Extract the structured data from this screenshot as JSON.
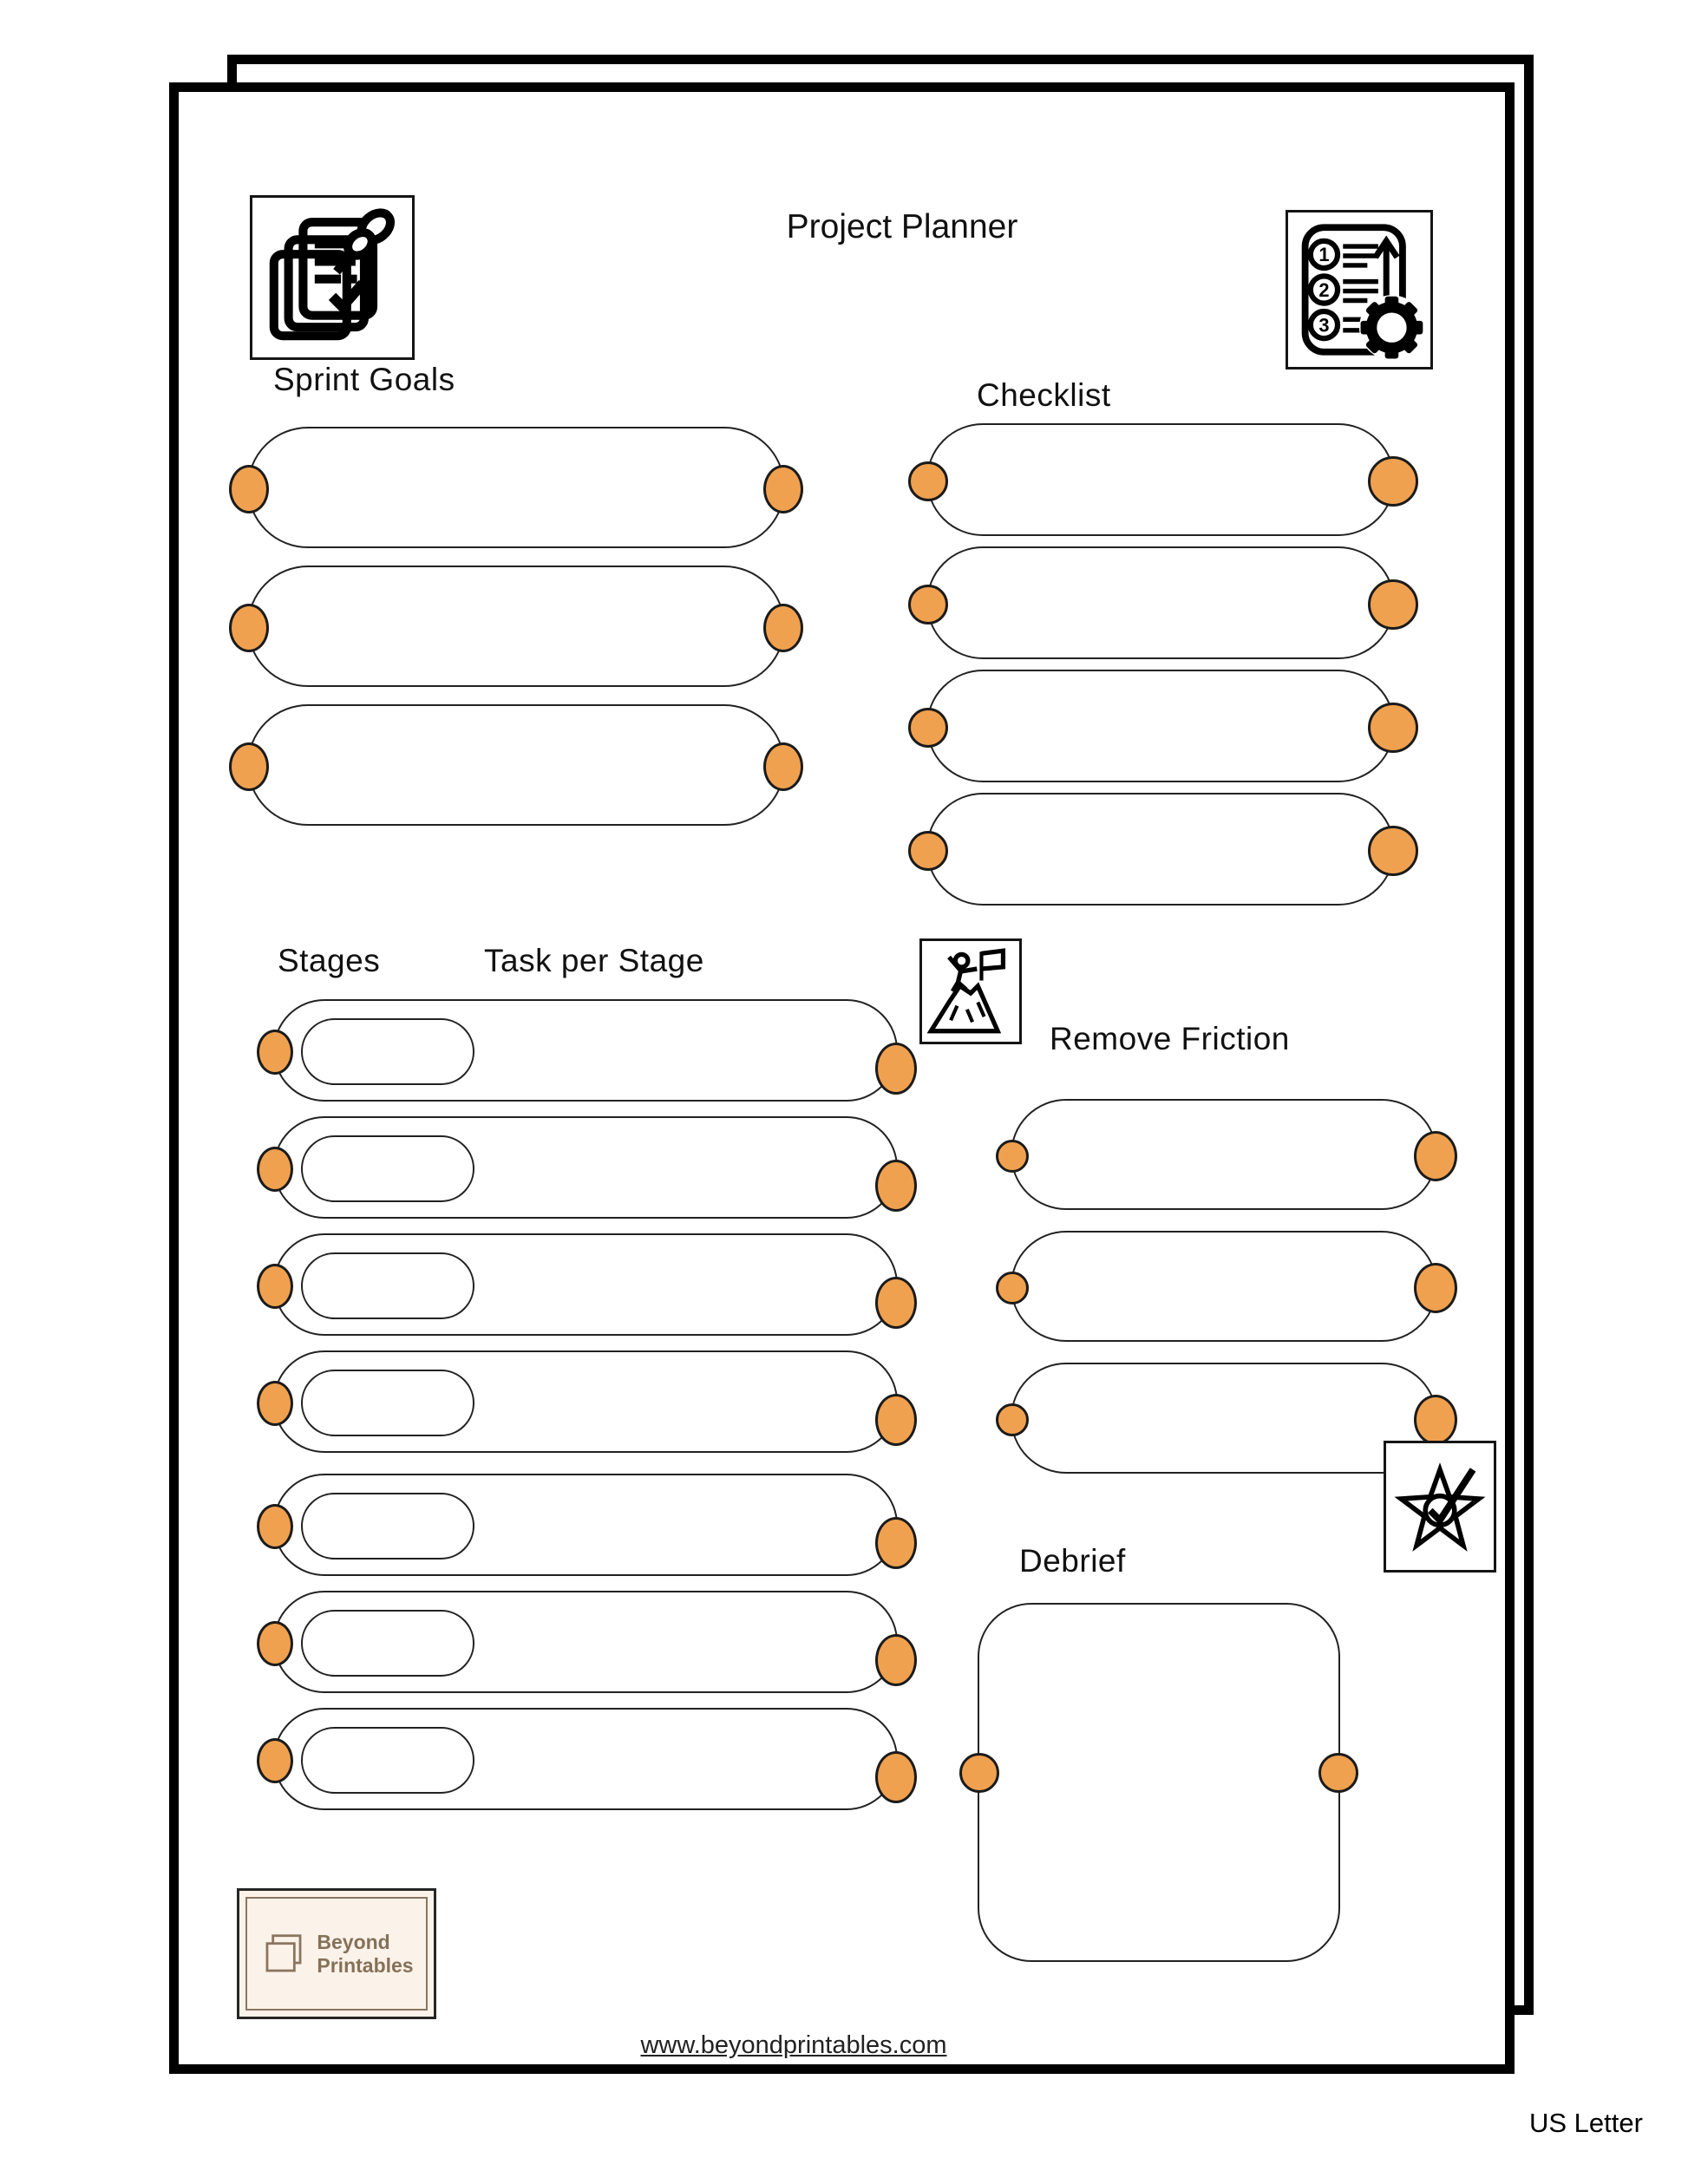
{
  "page": {
    "title": "Project Planner",
    "size_label": "US Letter",
    "footer_url": "www.beyondprintables.com"
  },
  "sections": {
    "sprint_goals": {
      "label": "Sprint Goals",
      "row_count": 3
    },
    "checklist": {
      "label": "Checklist",
      "row_count": 4
    },
    "stages": {
      "stages_label": "Stages",
      "tasks_label": "Task per Stage",
      "row_count": 7
    },
    "remove_friction": {
      "label": "Remove Friction",
      "row_count": 3
    },
    "debrief": {
      "label": "Debrief"
    }
  },
  "logo": {
    "name_line1": "Beyond",
    "name_line2": "Printables"
  },
  "icons": {
    "numbered_list_digits": [
      "1",
      "2",
      "3"
    ]
  },
  "colors": {
    "accent_orange": "#F0A14F",
    "ink": "#1A1A1A",
    "logo_bg": "#FBF2E9",
    "logo_ink": "#857158"
  }
}
